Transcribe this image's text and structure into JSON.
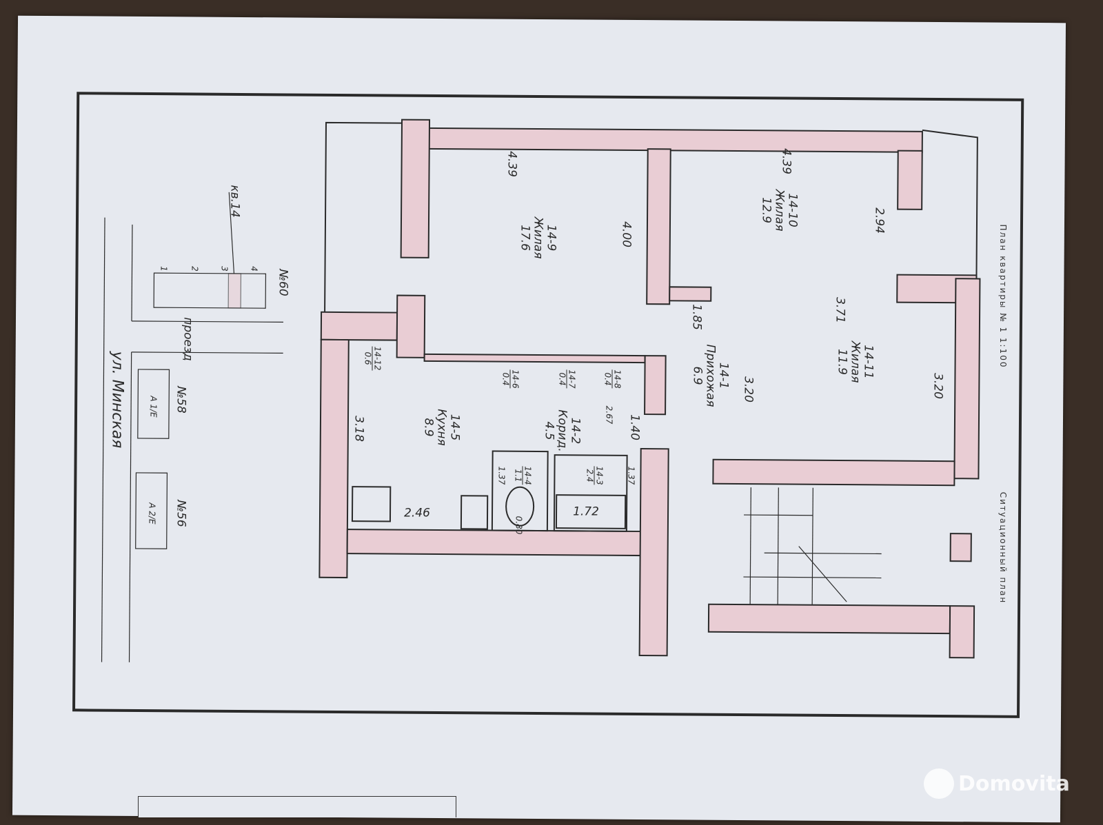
{
  "document": {
    "title": "План квартиры № 1 1:100",
    "situation_title": "Ситуационный план"
  },
  "rooms": [
    {
      "id": "14-9",
      "name": "Жилая",
      "area": "17.6"
    },
    {
      "id": "14-10",
      "name": "Жилая",
      "area": "12.9"
    },
    {
      "id": "14-11",
      "name": "Жилая",
      "area": "11.9"
    },
    {
      "id": "14-1",
      "name": "Прихожая",
      "area": "6.9"
    },
    {
      "id": "14-5",
      "name": "Кухня",
      "area": "8.9"
    },
    {
      "id": "14-2",
      "name": "Корид.",
      "area": "4.5"
    },
    {
      "id": "14-12",
      "area": "0.6"
    },
    {
      "id": "14-6",
      "area": "0.4"
    },
    {
      "id": "14-7",
      "area": "0.4"
    },
    {
      "id": "14-8",
      "area": "0.4"
    },
    {
      "id": "14-4",
      "area": "1.1"
    },
    {
      "id": "14-3",
      "area": "2.4"
    }
  ],
  "dimensions": {
    "d1": "4.39",
    "d2": "4.00",
    "d3": "4.39",
    "d4": "2.94",
    "d5": "1.85",
    "d6": "3.20",
    "d7": "3.71",
    "d8": "3.20",
    "d9": "3.18",
    "d10": "2.67",
    "d11": "1.40",
    "d12": "1.37",
    "d13": "1.37",
    "d14": "0.80",
    "d15": "1.72",
    "d16": "2.46"
  },
  "situation": {
    "apartment": "кв.14",
    "sections": [
      "1",
      "2",
      "3",
      "4"
    ],
    "house60": "№60",
    "passage": "проезд",
    "street": "ул. Минская",
    "house58": "№58",
    "house58_code": "А 1/Е",
    "house56": "№56",
    "house56_code": "А 2/Е"
  },
  "watermark": "Domovita",
  "colors": {
    "wall": "#e9cdd4",
    "paper": "#e6e9ef",
    "line": "#2a2a2a"
  }
}
